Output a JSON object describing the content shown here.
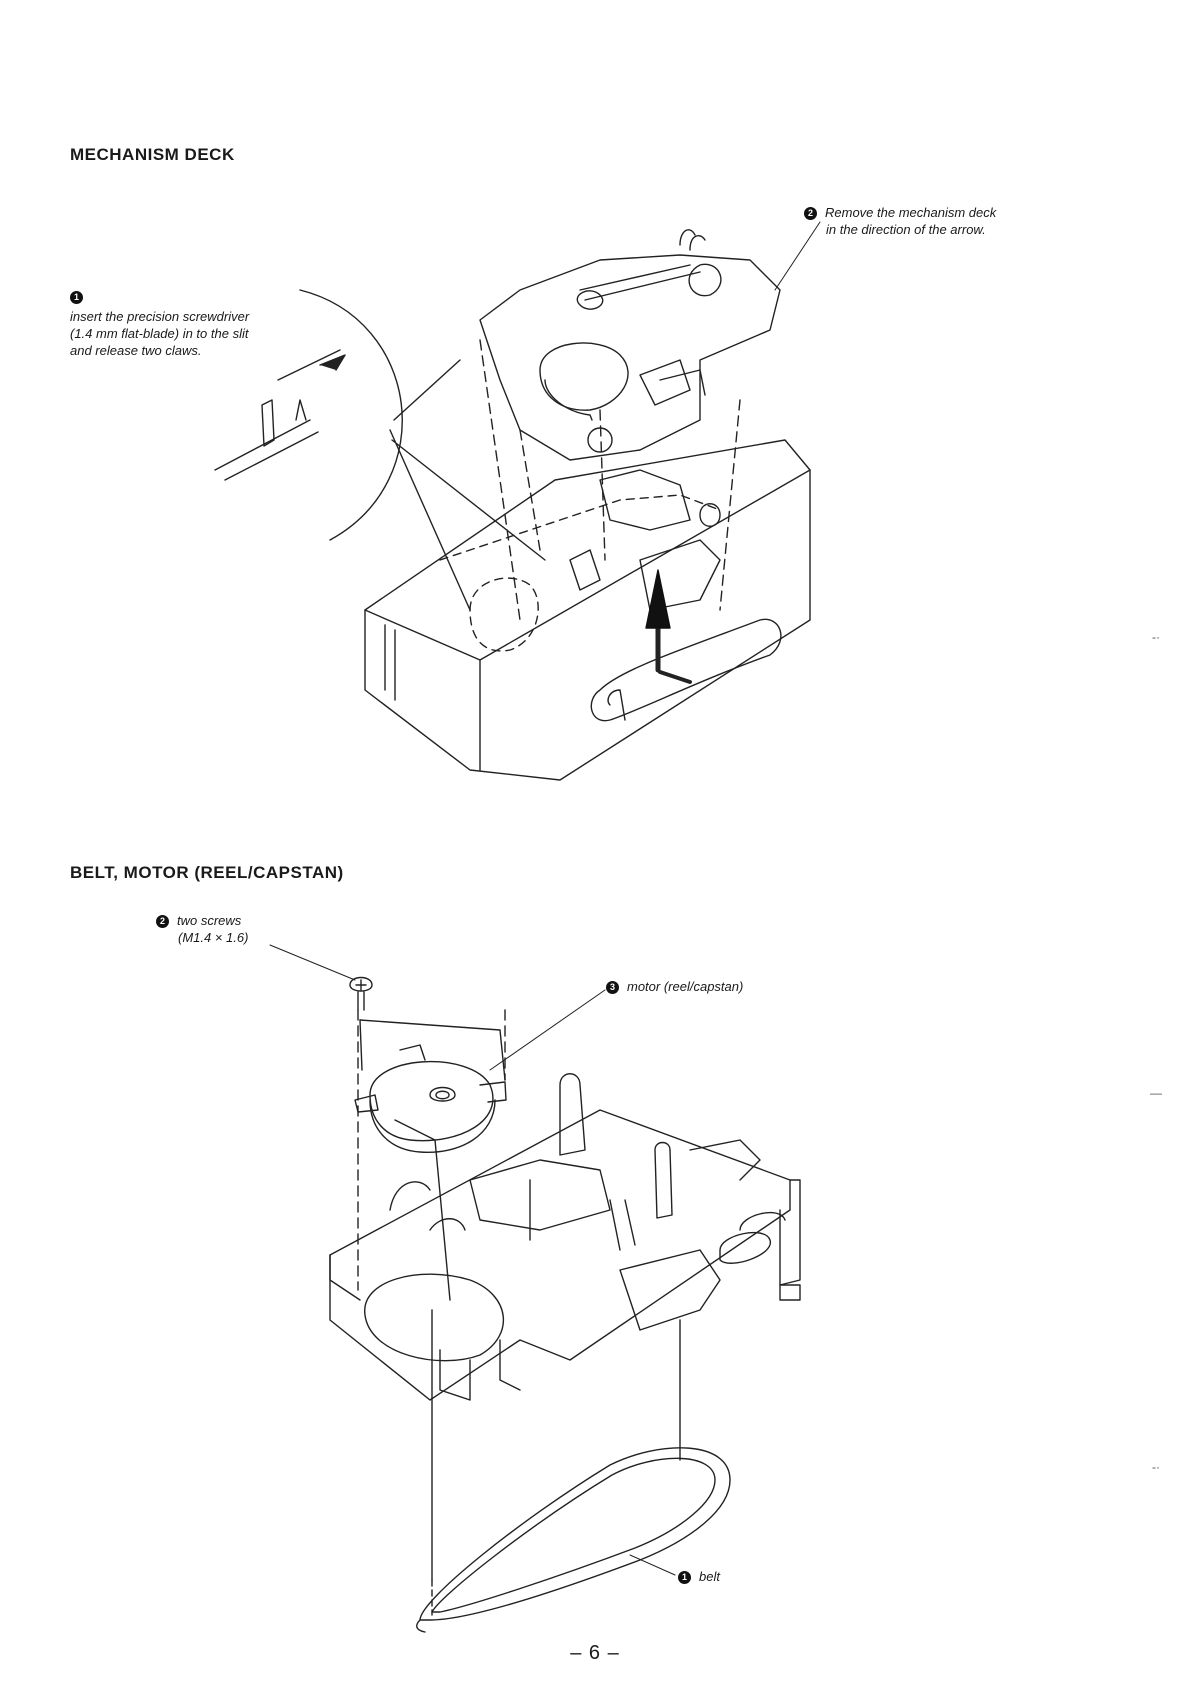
{
  "section1": {
    "title": "MECHANISM DECK",
    "step1": {
      "num": "1",
      "lines": [
        "insert the precision screwdriver",
        "(1.4 mm flat-blade) in to the slit",
        "and release two claws."
      ]
    },
    "step2": {
      "num": "2",
      "lines": [
        "Remove the mechanism deck",
        "in the direction of the arrow."
      ]
    }
  },
  "section2": {
    "title": "BELT, MOTOR (REEL/CAPSTAN)",
    "step2": {
      "num": "2",
      "lines": [
        "two screws",
        "(M1.4 × 1.6)"
      ]
    },
    "step3": {
      "num": "3",
      "label": "motor (reel/capstan)"
    },
    "step1": {
      "num": "1",
      "label": "belt"
    }
  },
  "page_number": "– 6 –"
}
